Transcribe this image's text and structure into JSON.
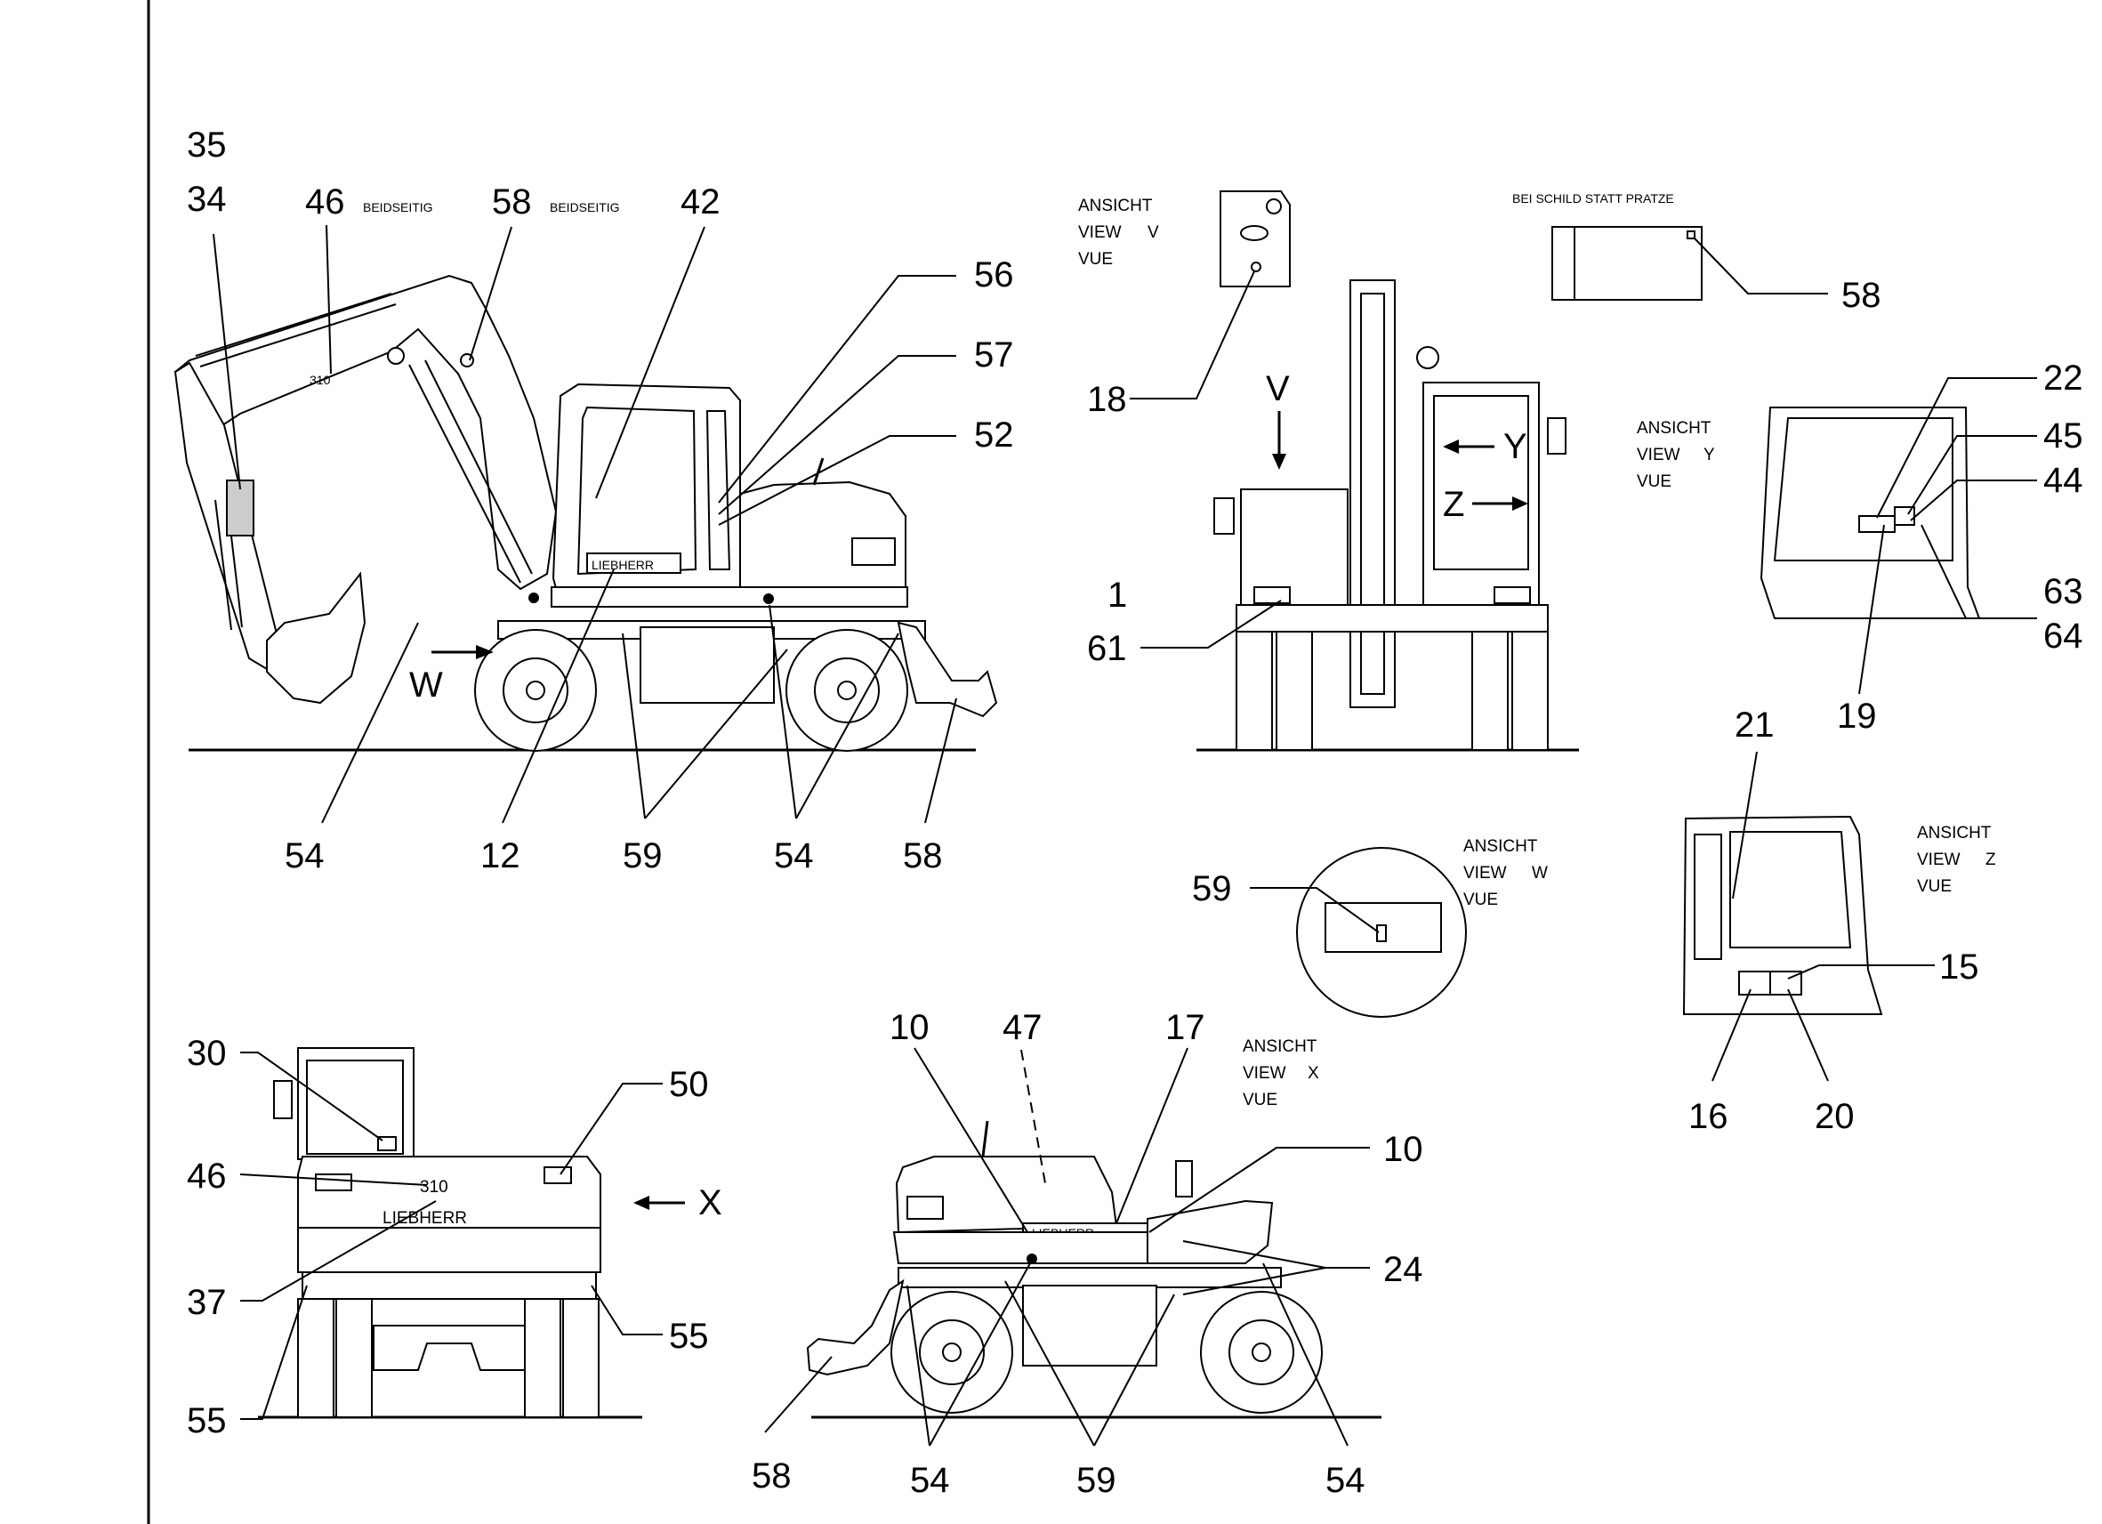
{
  "callouts": {
    "c35": "35",
    "c34": "34",
    "c46a": "46",
    "c58a": "58",
    "c42": "42",
    "c56": "56",
    "c57": "57",
    "c52": "52",
    "c54a": "54",
    "c12": "12",
    "c59a": "59",
    "c54b": "54",
    "c58b": "58",
    "c18": "18",
    "c1": "1",
    "c61": "61",
    "c58c": "58",
    "c22": "22",
    "c45": "45",
    "c44": "44",
    "c63": "63",
    "c64": "64",
    "c19": "19",
    "c21": "21",
    "c15": "15",
    "c16": "16",
    "c20": "20",
    "c59w": "59",
    "c30": "30",
    "c50": "50",
    "c46b": "46",
    "c37": "37",
    "c55a": "55",
    "c55b": "55",
    "c10a": "10",
    "c47": "47",
    "c17": "17",
    "c10b": "10",
    "c24": "24",
    "c58d": "58",
    "c54c": "54",
    "c59b": "59",
    "c54d": "54"
  },
  "notes": {
    "beidseitig_1": "BEIDSEITIG",
    "beidseitig_2": "BEIDSEITIG",
    "bei_schild": "BEI SCHILD STATT PRATZE"
  },
  "views": {
    "v": {
      "line1": "ANSICHT",
      "line2": "VIEW",
      "letter": "V",
      "line3": "VUE"
    },
    "w": {
      "line1": "ANSICHT",
      "line2": "VIEW",
      "letter": "W",
      "line3": "VUE"
    },
    "x": {
      "line1": "ANSICHT",
      "line2": "VIEW",
      "letter": "X",
      "line3": "VUE"
    },
    "y": {
      "line1": "ANSICHT",
      "line2": "VIEW",
      "letter": "Y",
      "line3": "VUE"
    },
    "z": {
      "line1": "ANSICHT",
      "line2": "VIEW",
      "letter": "Z",
      "line3": "VUE"
    }
  },
  "arrows": {
    "w": "W",
    "v": "V",
    "y": "Y",
    "z": "Z",
    "x": "X"
  },
  "machine": {
    "brand": "LIEBHERR",
    "model": "310"
  }
}
